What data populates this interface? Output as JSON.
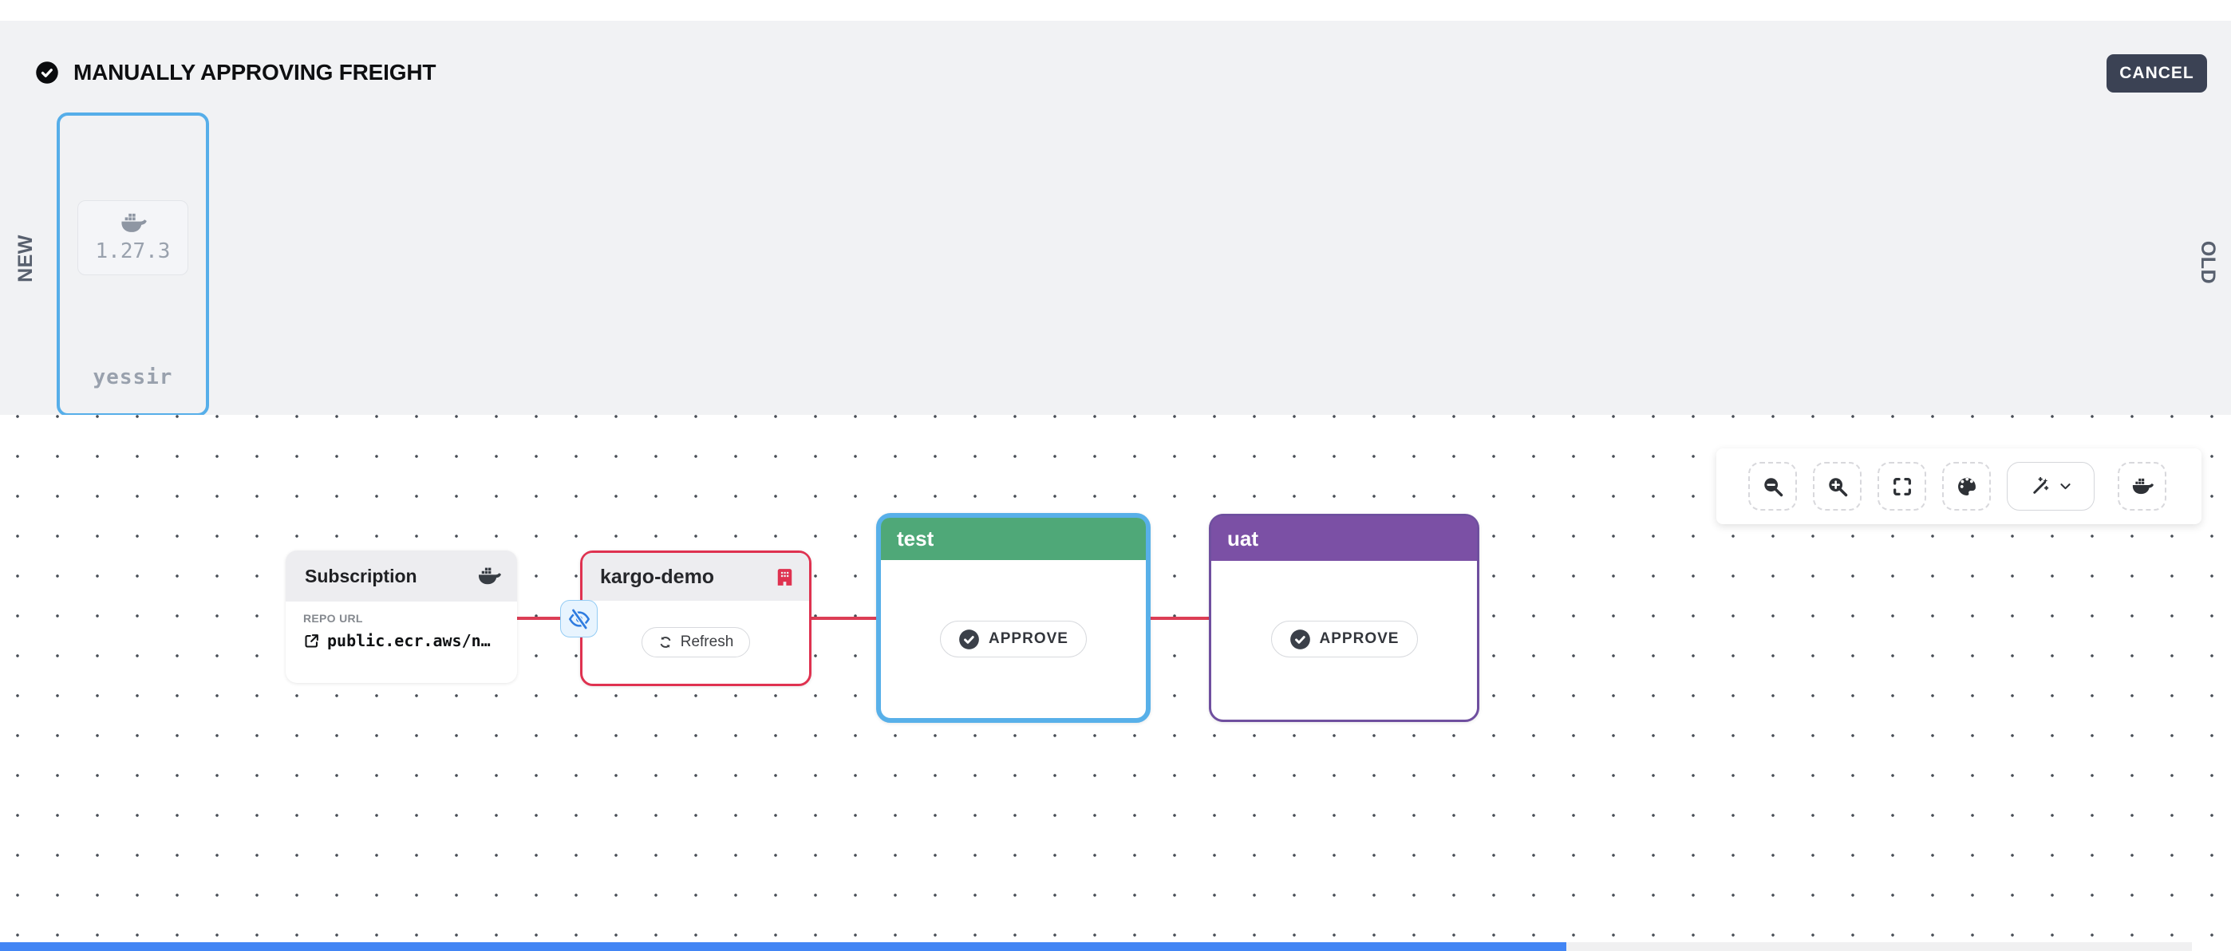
{
  "header": {
    "title": "MANUALLY APPROVING FREIGHT",
    "cancel_label": "CANCEL"
  },
  "freight_bar": {
    "new_label": "NEW",
    "old_label": "OLD",
    "freight": {
      "version": "1.27.3",
      "alias": "yessir",
      "artifact_icon": "docker-icon"
    }
  },
  "pipeline": {
    "subscription": {
      "title": "Subscription",
      "repo_url_label": "REPO URL",
      "repo_url": "public.ecr.aws/n…",
      "icon": "docker-icon"
    },
    "warehouse": {
      "title": "kargo-demo",
      "refresh_label": "Refresh",
      "icon": "warehouse-building-icon"
    },
    "stages": [
      {
        "name": "test",
        "approve_label": "APPROVE",
        "header_color": "#4fa878",
        "border_color": "#58b0e9"
      },
      {
        "name": "uat",
        "approve_label": "APPROVE",
        "header_color": "#7b50a5",
        "border_color": "#6f4f9f"
      }
    ],
    "edge_color": "#dc3d55",
    "hidden_subscriptions_icon": "eye-invisible-icon"
  },
  "toolbar": {
    "buttons": [
      "zoom-out",
      "zoom-in",
      "fit-view",
      "palette",
      "magic-wand-menu",
      "docker-filter"
    ]
  },
  "colors": {
    "freight_bar_bg": "#f1f2f4",
    "cancel_bg": "#3b4254",
    "freight_border": "#56aee9",
    "edge_red": "#dc3d55",
    "stage_test_header": "#4fa878",
    "stage_uat_header": "#7b50a5",
    "eye_badge_bg": "#e8f4fe",
    "eye_badge_border": "#94ccf4",
    "eye_icon_blue": "#2f7ce0",
    "scroll_thumb_blue": "#4285f4"
  }
}
